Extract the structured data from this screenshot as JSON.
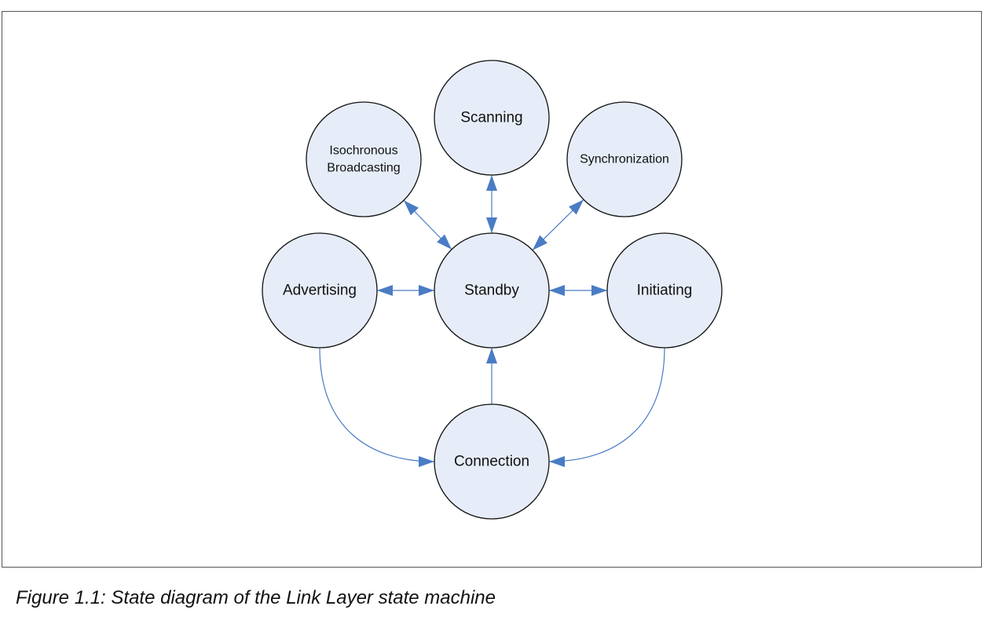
{
  "diagram": {
    "states": [
      {
        "id": "isochronous",
        "lines": [
          "Isochronous",
          "Broadcasting"
        ],
        "size": "small"
      },
      {
        "id": "scanning",
        "lines": [
          "Scanning"
        ],
        "size": "large"
      },
      {
        "id": "synchronization",
        "lines": [
          "Synchronization"
        ],
        "size": "small"
      },
      {
        "id": "advertising",
        "lines": [
          "Advertising"
        ],
        "size": "large"
      },
      {
        "id": "standby",
        "lines": [
          "Standby"
        ],
        "size": "large"
      },
      {
        "id": "initiating",
        "lines": [
          "Initiating"
        ],
        "size": "large"
      },
      {
        "id": "connection",
        "lines": [
          "Connection"
        ],
        "size": "large"
      }
    ],
    "transitions": [
      {
        "from": "standby",
        "to": "isochronous",
        "bidirectional": true
      },
      {
        "from": "standby",
        "to": "scanning",
        "bidirectional": true
      },
      {
        "from": "standby",
        "to": "synchronization",
        "bidirectional": true
      },
      {
        "from": "standby",
        "to": "advertising",
        "bidirectional": true
      },
      {
        "from": "standby",
        "to": "initiating",
        "bidirectional": true
      },
      {
        "from": "connection",
        "to": "standby",
        "bidirectional": false
      },
      {
        "from": "advertising",
        "to": "connection",
        "bidirectional": false,
        "curved": true
      },
      {
        "from": "initiating",
        "to": "connection",
        "bidirectional": false,
        "curved": true
      }
    ],
    "colors": {
      "state_fill": "#e6edf8",
      "state_stroke": "#111111",
      "arrow": "#4a7cc4"
    }
  },
  "caption": "Figure 1.1: State diagram of the Link Layer state machine"
}
